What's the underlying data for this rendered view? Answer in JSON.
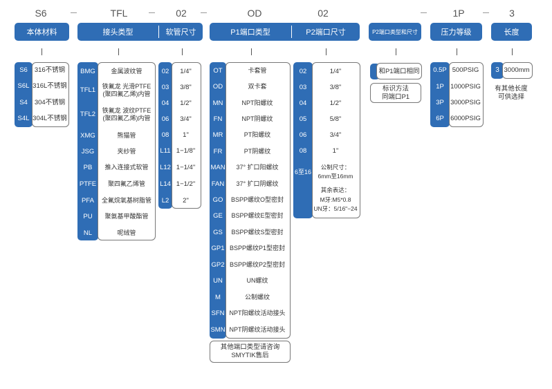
{
  "top_codes": {
    "s6": "S6",
    "tfl": "TFL",
    "c02a": "02",
    "od": "OD",
    "c02b": "02",
    "p1": "1P",
    "three": "3"
  },
  "headers": {
    "material": "本体材料",
    "connector": "接头类型",
    "hose": "软管尺寸",
    "p1": "P1端口类型",
    "p2": "P2端口尺寸",
    "p2type": "P2端口类型和尺寸",
    "pressure": "压力等级",
    "length": "长度"
  },
  "material": [
    {
      "code": "S6",
      "desc": "316不锈钢"
    },
    {
      "code": "S6L",
      "desc": "316L不锈钢"
    },
    {
      "code": "S4",
      "desc": "304不锈钢"
    },
    {
      "code": "S4L",
      "desc": "304L不锈钢"
    }
  ],
  "connector": [
    {
      "code": "BMG",
      "desc": "金属波纹管"
    },
    {
      "code": "TFL1",
      "desc": "铁氟龙 光滑PTFE (聚四氟乙烯)内管"
    },
    {
      "code": "TFL2",
      "desc": "铁氟龙 波纹PTFE (聚四氟乙烯)内管"
    },
    {
      "code": "XMG",
      "desc": "熊猫管"
    },
    {
      "code": "JSG",
      "desc": "夹纱管"
    },
    {
      "code": "PB",
      "desc": "推入连接式软管"
    },
    {
      "code": "PTFE",
      "desc": "聚四氟乙烯管"
    },
    {
      "code": "PFA",
      "desc": "全氟烷氧基树脂管"
    },
    {
      "code": "PU",
      "desc": "聚氨基甲酸酯管"
    },
    {
      "code": "NL",
      "desc": "呢绒管"
    }
  ],
  "hose": [
    {
      "code": "02",
      "desc": "1/4\""
    },
    {
      "code": "03",
      "desc": "3/8\""
    },
    {
      "code": "04",
      "desc": "1/2\""
    },
    {
      "code": "06",
      "desc": "3/4\""
    },
    {
      "code": "08",
      "desc": "1\""
    },
    {
      "code": "L11",
      "desc": "1−1/8\""
    },
    {
      "code": "L12",
      "desc": "1−1/4\""
    },
    {
      "code": "L14",
      "desc": "1−1/2\""
    },
    {
      "code": "L2",
      "desc": "2\""
    }
  ],
  "p1": [
    {
      "code": "OT",
      "desc": "卡套管"
    },
    {
      "code": "OD",
      "desc": "双卡套"
    },
    {
      "code": "MN",
      "desc": "NPT阳螺纹"
    },
    {
      "code": "FN",
      "desc": "NPT阴螺纹"
    },
    {
      "code": "MR",
      "desc": "PT阳螺纹"
    },
    {
      "code": "FR",
      "desc": "PT阴螺纹"
    },
    {
      "code": "MAN",
      "desc": "37° 扩口阳螺纹"
    },
    {
      "code": "FAN",
      "desc": "37° 扩口阴螺纹"
    },
    {
      "code": "GO",
      "desc": "BSPP螺纹O型密封"
    },
    {
      "code": "GE",
      "desc": "BSPP螺纹E型密封"
    },
    {
      "code": "GS",
      "desc": "BSPP螺纹S型密封"
    },
    {
      "code": "GP1",
      "desc": "BSPP螺纹P1型密封"
    },
    {
      "code": "GP2",
      "desc": "BSPP螺纹P2型密封"
    },
    {
      "code": "UN",
      "desc": "UN螺纹"
    },
    {
      "code": "M",
      "desc": "公制螺纹"
    },
    {
      "code": "SFN",
      "desc": "NPT阳螺纹活动接头"
    },
    {
      "code": "SMN",
      "desc": "NPT阴螺纹活动接头"
    }
  ],
  "p1_note": "其他端口类型请咨询 SMYTIK售后",
  "p2": [
    {
      "code": "02",
      "desc": "1/4\""
    },
    {
      "code": "03",
      "desc": "3/8\""
    },
    {
      "code": "04",
      "desc": "1/2\""
    },
    {
      "code": "05",
      "desc": "5/8\""
    },
    {
      "code": "06",
      "desc": "3/4\""
    },
    {
      "code": "08",
      "desc": "1\""
    }
  ],
  "p2_extra": {
    "code": "6至16",
    "metric_title": "公制尺寸：",
    "metric_range": "6mm至16mm",
    "other_title": "其余表达：",
    "other_m": "M牙:M5*0.8",
    "other_un": "UN牙：5/16\"−24"
  },
  "p2type": {
    "desc": "和P1端口相同",
    "note": "标识方法 同端口P1"
  },
  "pressure": [
    {
      "code": "0.5P",
      "desc": "500PSIG"
    },
    {
      "code": "1P",
      "desc": "1000PSIG"
    },
    {
      "code": "3P",
      "desc": "3000PSIG"
    },
    {
      "code": "6P",
      "desc": "6000PSIG"
    }
  ],
  "length": {
    "code": "3",
    "desc": "3000mm",
    "note": "有其他长度 可供选择"
  },
  "colors": {
    "accent": "#2f6db5"
  }
}
